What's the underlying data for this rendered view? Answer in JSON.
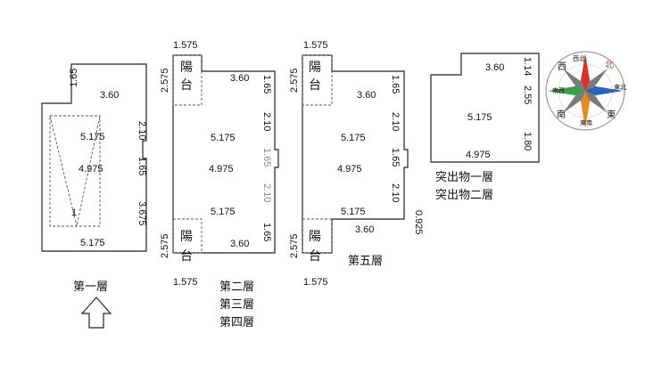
{
  "floors": {
    "floor1": {
      "label": "第一層",
      "dims": [
        "1.65",
        "3.60",
        "2.10",
        "5.175",
        "1.65",
        "4.975",
        "3.675",
        "1",
        "5.175"
      ]
    },
    "floor2": {
      "labels": [
        "第二層",
        "第三層",
        "第四層"
      ],
      "balcony": [
        "陽",
        "台"
      ],
      "dims": [
        "1.575",
        "2.575",
        "3.60",
        "1.65",
        "2.10",
        "5.175",
        "4.975",
        "1.65",
        "2.10",
        "5.175",
        "2.575",
        "3.60",
        "1.65",
        "1.575"
      ]
    },
    "floor5": {
      "label": "第五層",
      "balcony": [
        "陽",
        "台"
      ],
      "dims": [
        "1.575",
        "2.575",
        "3.60",
        "1.65",
        "2.10",
        "5.175",
        "4.975",
        "1.65",
        "2.10",
        "5.175",
        "0.925",
        "2.575",
        "3.60",
        "1.575"
      ]
    },
    "roof": {
      "labels": [
        "突出物一層",
        "突出物二層"
      ],
      "dims": [
        "3.60",
        "1.14",
        "2.55",
        "5.175",
        "1.80",
        "4.975"
      ]
    }
  },
  "compass": {
    "chars": [
      "北",
      "西北",
      "西",
      "東北",
      "東",
      "南西",
      "南",
      "東南"
    ],
    "colors": {
      "north": "#d8342c",
      "east": "#2b63b8",
      "south": "#e58a1f",
      "west": "#3aa14a",
      "diag": "#7a7a7a"
    }
  },
  "arrow": {
    "icon": "up-arrow-icon"
  }
}
